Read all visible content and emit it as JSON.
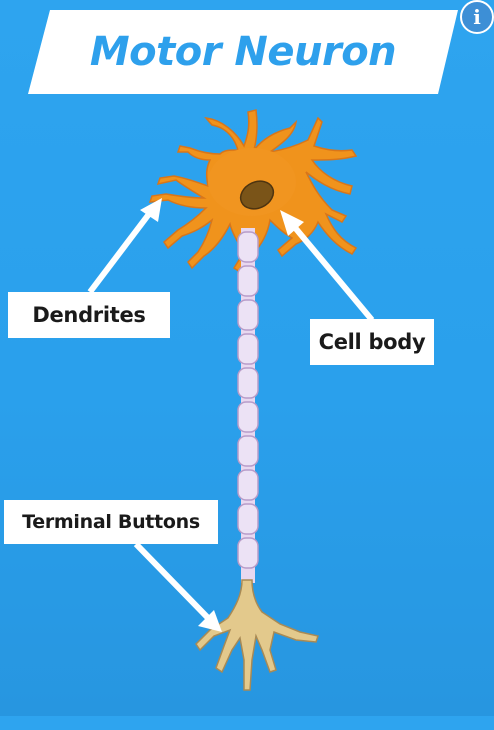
{
  "title": "Motor Neuron",
  "info_button": {
    "label": "i",
    "icon": "info-icon"
  },
  "labels": {
    "dendrites": "Dendrites",
    "cell_body": "Cell body",
    "terminal_buttons": "Terminal Buttons"
  },
  "bottom_caption": "",
  "colors": {
    "background": "#2ea4ef",
    "title_text": "#2ea0ec",
    "cell_body": "#f0931c",
    "nucleus": "#7a5418",
    "axon_segment": "#ece2f5",
    "terminal": "#e3c98c"
  }
}
